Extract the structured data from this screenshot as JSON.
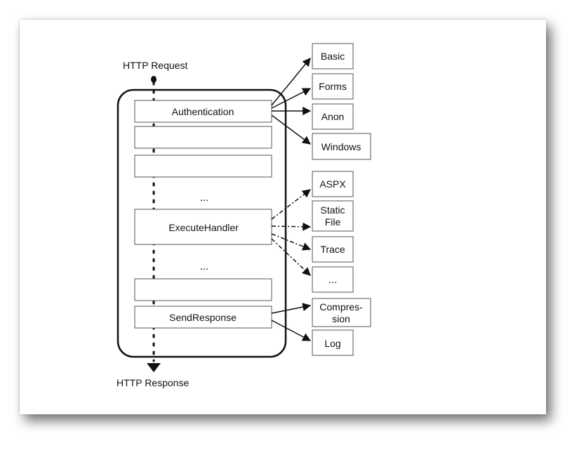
{
  "request_label": "HTTP Request",
  "response_label": "HTTP Response",
  "pipeline": {
    "authentication": "Authentication",
    "ellipsis_upper": "...",
    "execute_handler": "ExecuteHandler",
    "ellipsis_lower": "...",
    "send_response": "SendResponse"
  },
  "auth_modules": {
    "basic": "Basic",
    "forms": "Forms",
    "anon": "Anon",
    "windows": "Windows"
  },
  "handlers": {
    "aspx": "ASPX",
    "static_file_line1": "Static",
    "static_file_line2": "File",
    "trace": "Trace",
    "more": "..."
  },
  "response_modules": {
    "compression_line1": "Compres-",
    "compression_line2": "sion",
    "log": "Log"
  }
}
